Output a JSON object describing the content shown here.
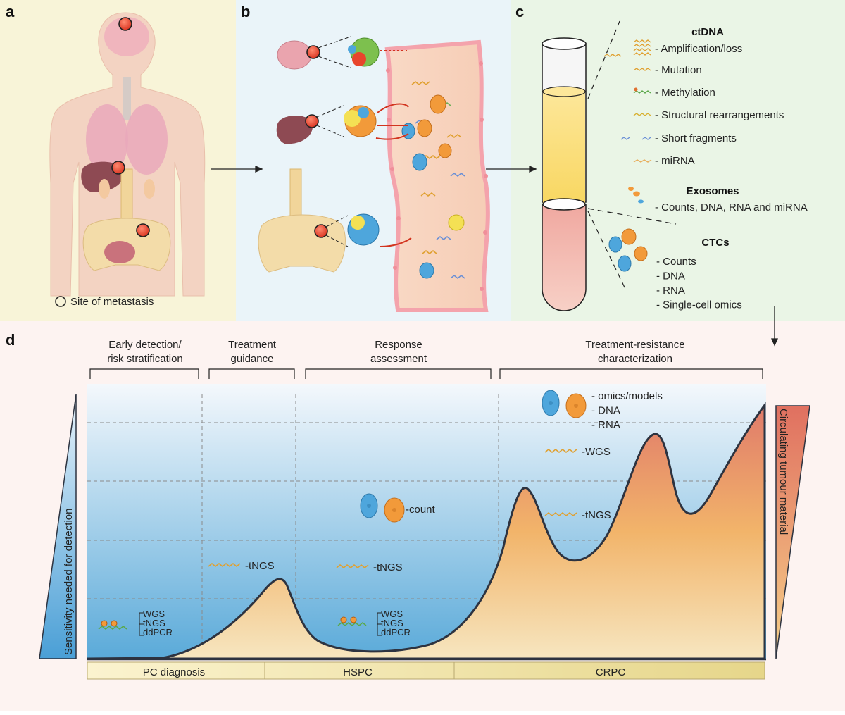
{
  "panels": {
    "a": "a",
    "b": "b",
    "c": "c",
    "d": "d"
  },
  "panel_a": {
    "legend": "Site of metastasis"
  },
  "panel_c": {
    "ctdna_title": "ctDNA",
    "ctdna_items": [
      "- Amplification/loss",
      "- Mutation",
      "- Methylation",
      "- Structural rearrangements",
      "- Short fragments",
      "- miRNA"
    ],
    "exosomes_title": "Exosomes",
    "exosomes_items": [
      "- Counts, DNA, RNA and miRNA"
    ],
    "ctcs_title": "CTCs",
    "ctcs_items": [
      "- Counts",
      "- DNA",
      "- RNA",
      "- Single-cell omics"
    ]
  },
  "panel_d": {
    "stages_top": [
      {
        "line1": "Early detection/",
        "line2": "risk stratification"
      },
      {
        "line1": "Treatment",
        "line2": "guidance"
      },
      {
        "line1": "Response",
        "line2": "assessment"
      },
      {
        "line1": "Treatment-resistance",
        "line2": "characterization"
      }
    ],
    "y_axis_label": "Sensitivity needed for detection",
    "right_axis_label": "Circulating tumour material",
    "bottom_stages": [
      "PC diagnosis",
      "HSPC",
      "CRPC"
    ],
    "methods": {
      "early_stack": [
        "WGS",
        "tNGS",
        "ddPCR"
      ],
      "guidance_tngs": "-tNGS",
      "response_count": "-count",
      "response_tngs": "-tNGS",
      "response_stack": [
        "WGS",
        "tNGS",
        "ddPCR"
      ],
      "crpc_cells": [
        "- omics/models",
        "- DNA",
        "- RNA"
      ],
      "crpc_wgs": "-WGS",
      "crpc_tngs": "-tNGS"
    }
  },
  "colors": {
    "panel_a_bg": "#f8f4d8",
    "panel_b_bg": "#eaf4f9",
    "panel_c_bg": "#eaf5e6",
    "panel_d_bg": "#fdf3f1",
    "ctc_blue": "#4ea6dc",
    "ctc_orange": "#f29a3a",
    "tumour_red": "#e8452c",
    "stage_bar": "#f5e9a8"
  }
}
